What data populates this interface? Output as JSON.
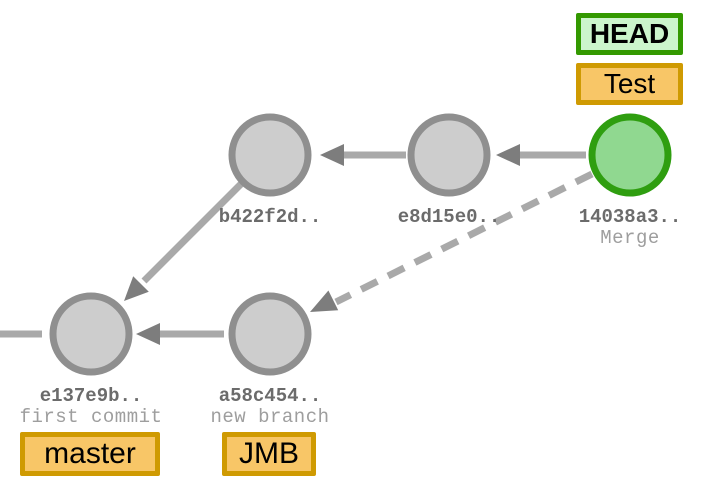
{
  "refs": {
    "head_label": "HEAD",
    "test_label": "Test",
    "master_label": "master",
    "jmb_label": "JMB"
  },
  "graph": {
    "commits": [
      {
        "id": "b422f2d.."
      },
      {
        "id": "e8d15e0.."
      },
      {
        "id": "14038a3..",
        "message": "Merge"
      },
      {
        "id": "e137e9b..",
        "message": "first commit"
      },
      {
        "id": "a58c454..",
        "message": "new branch"
      }
    ]
  },
  "colors": {
    "current_commit_fill": "#90d890",
    "current_commit_stroke": "#2f9e10",
    "commit_fill": "#cdcdcd",
    "commit_stroke": "#8f8f8f",
    "edge_gray": "#a9a9a9",
    "arrowhead_gray": "#7d7d7d",
    "head_box_border": "#339900",
    "head_box_fill": "#ccf5cc",
    "branch_box_border": "#cf9a02",
    "branch_box_fill": "#f8c667",
    "commit_id_text": "#6b6b6b",
    "commit_message_text": "#9e9e9e"
  }
}
